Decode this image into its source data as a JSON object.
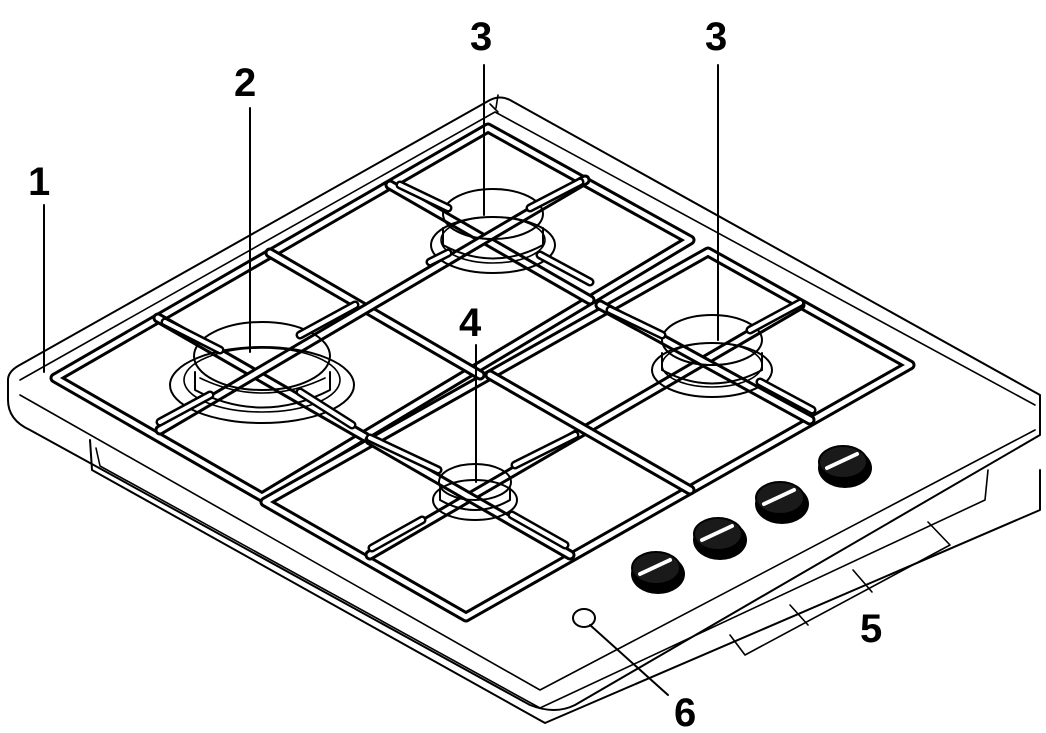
{
  "diagram": {
    "callouts": [
      {
        "id": "c1",
        "text": "1"
      },
      {
        "id": "c2",
        "text": "2"
      },
      {
        "id": "c3a",
        "text": "3"
      },
      {
        "id": "c3b",
        "text": "3"
      },
      {
        "id": "c4",
        "text": "4"
      },
      {
        "id": "c5",
        "text": "5"
      },
      {
        "id": "c6",
        "text": "6"
      }
    ],
    "parts": {
      "burners": 4,
      "knobs": 4
    }
  }
}
